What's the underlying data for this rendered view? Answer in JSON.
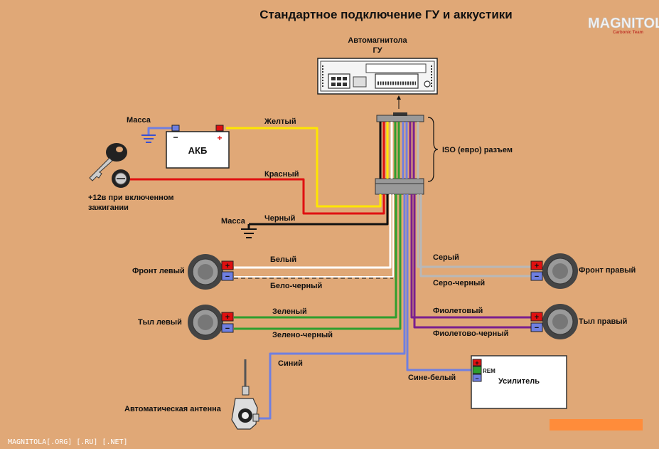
{
  "title": "Стандартное подключение ГУ и аккустики",
  "logo": {
    "main": "MAGNITOLA",
    "sub": "Carbonic Team"
  },
  "footer": "MAGNITOLA[.ORG] [.RU] [.NET]",
  "head_unit": {
    "label_line1": "Автомагнитола",
    "label_line2": "ГУ"
  },
  "connector": {
    "label": "ISO (евро) разъем"
  },
  "battery": {
    "label": "АКБ",
    "minus": "−",
    "plus": "+",
    "ground_label": "Масса"
  },
  "ignition": {
    "label_line1": "+12в при включенном",
    "label_line2": "зажигании"
  },
  "ground_label": "Масса",
  "wires": {
    "yellow": "Желтый",
    "red": "Красный",
    "black": "Черный",
    "white": "Белый",
    "white_black": "Бело-черный",
    "green": "Зеленый",
    "green_black": "Зелено-черный",
    "blue": "Синий",
    "gray": "Серый",
    "gray_black": "Серо-черный",
    "violet": "Фиолетовый",
    "violet_black": "Фиолетово-черный",
    "blue_white": "Сине-белый"
  },
  "speakers": {
    "front_left": "Фронт левый",
    "rear_left": "Тыл левый",
    "front_right": "Фронт правый",
    "rear_right": "Тыл правый",
    "plus": "+",
    "minus": "−"
  },
  "antenna": {
    "label": "Автоматическая антенна"
  },
  "amplifier": {
    "label": "Усилитель",
    "rem": "REM",
    "plus": "+",
    "minus": "−"
  },
  "colors": {
    "background": "#e0a877",
    "yellow": "#ffe600",
    "red": "#e01010",
    "black": "#111111",
    "white": "#ffffff",
    "green": "#2e9e2e",
    "blue": "#6f7fe0",
    "gray": "#b8b8b8",
    "violet": "#7a1f8f",
    "accent_bar": "#ff8c3a"
  }
}
